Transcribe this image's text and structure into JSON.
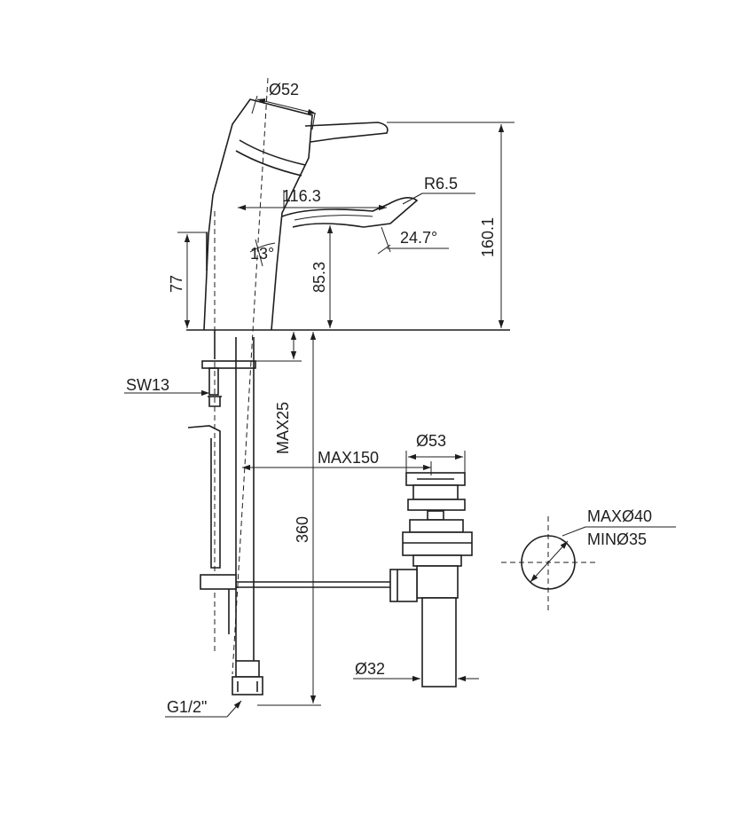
{
  "dimensions": {
    "d52": "Ø52",
    "r65": "R6.5",
    "d1163": "116.3",
    "d1601": "160.1",
    "a247": "24.7°",
    "a13": "13°",
    "d77": "77",
    "d853": "85.3",
    "sw13": "SW13",
    "max25": "MAX25",
    "max150": "MAX150",
    "d53": "Ø53",
    "d360": "360",
    "max40": "MAXØ40",
    "min35": "MINØ35",
    "d32": "Ø32",
    "g12": "G1/2\""
  },
  "colors": {
    "line": "#1e1e1e",
    "background": "#ffffff"
  }
}
